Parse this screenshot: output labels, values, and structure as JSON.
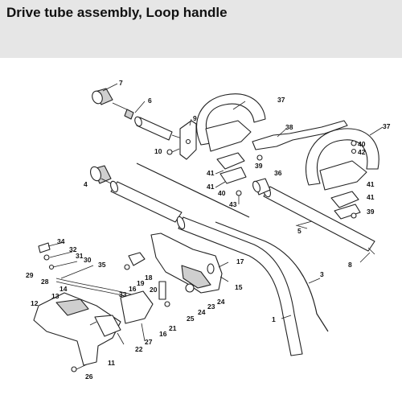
{
  "header": {
    "title": "Drive tube assembly, Loop handle"
  },
  "labels": [
    {
      "id": "p7",
      "text": "7"
    },
    {
      "id": "p6",
      "text": "6"
    },
    {
      "id": "p9",
      "text": "9"
    },
    {
      "id": "p10",
      "text": "10"
    },
    {
      "id": "p4",
      "text": "4"
    },
    {
      "id": "p37a",
      "text": "37"
    },
    {
      "id": "p38",
      "text": "38"
    },
    {
      "id": "p37b",
      "text": "37"
    },
    {
      "id": "p40a",
      "text": "40"
    },
    {
      "id": "p42",
      "text": "42"
    },
    {
      "id": "p39a",
      "text": "39"
    },
    {
      "id": "p36",
      "text": "36"
    },
    {
      "id": "p41a",
      "text": "41"
    },
    {
      "id": "p41b",
      "text": "41"
    },
    {
      "id": "p40b",
      "text": "40"
    },
    {
      "id": "p43",
      "text": "43"
    },
    {
      "id": "p41c",
      "text": "41"
    },
    {
      "id": "p41d",
      "text": "41"
    },
    {
      "id": "p39b",
      "text": "39"
    },
    {
      "id": "p5",
      "text": "5"
    },
    {
      "id": "p8",
      "text": "8"
    },
    {
      "id": "p34",
      "text": "34"
    },
    {
      "id": "p32",
      "text": "32"
    },
    {
      "id": "p31",
      "text": "31"
    },
    {
      "id": "p30",
      "text": "30"
    },
    {
      "id": "p35",
      "text": "35"
    },
    {
      "id": "p29",
      "text": "29"
    },
    {
      "id": "p28",
      "text": "28"
    },
    {
      "id": "p14",
      "text": "14"
    },
    {
      "id": "p13",
      "text": "13"
    },
    {
      "id": "p12",
      "text": "12"
    },
    {
      "id": "p33",
      "text": "33"
    },
    {
      "id": "p16a",
      "text": "16"
    },
    {
      "id": "p19",
      "text": "19"
    },
    {
      "id": "p18",
      "text": "18"
    },
    {
      "id": "p20",
      "text": "20"
    },
    {
      "id": "p17",
      "text": "17"
    },
    {
      "id": "p15",
      "text": "15"
    },
    {
      "id": "p3",
      "text": "3"
    },
    {
      "id": "p24a",
      "text": "24"
    },
    {
      "id": "p23",
      "text": "23"
    },
    {
      "id": "p24b",
      "text": "24"
    },
    {
      "id": "p25",
      "text": "25"
    },
    {
      "id": "p21",
      "text": "21"
    },
    {
      "id": "p16b",
      "text": "16"
    },
    {
      "id": "p27",
      "text": "27"
    },
    {
      "id": "p22",
      "text": "22"
    },
    {
      "id": "p1",
      "text": "1"
    },
    {
      "id": "p11",
      "text": "11"
    },
    {
      "id": "p26",
      "text": "26"
    }
  ]
}
